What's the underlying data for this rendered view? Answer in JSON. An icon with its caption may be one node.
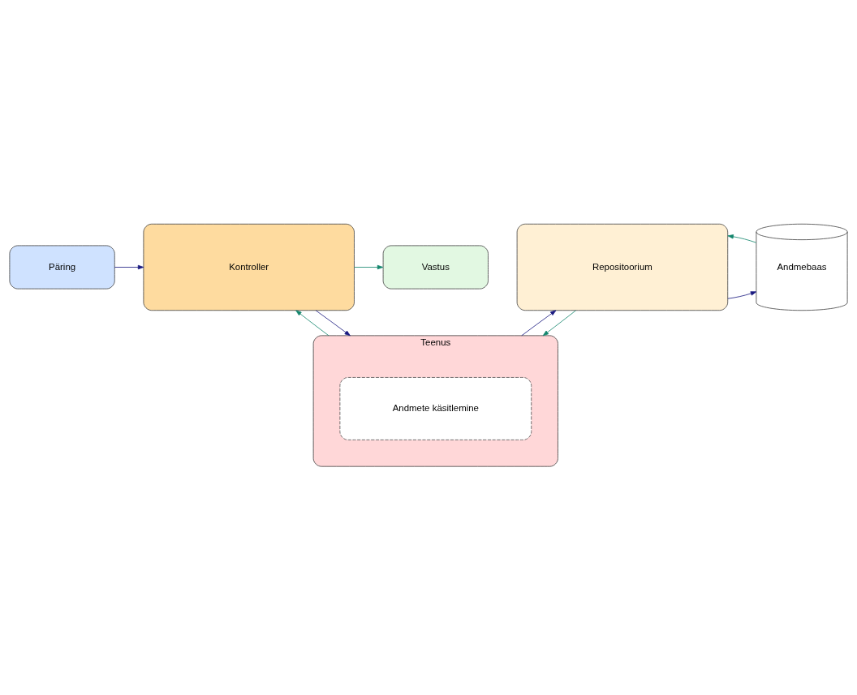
{
  "diagram": {
    "nodes": [
      {
        "text": [
          "Päring"
        ]
      },
      {
        "text": [
          "Vastus"
        ]
      },
      {
        "text": [
          "Kontroller"
        ]
      },
      {
        "text": [
          "Teenus"
        ]
      },
      {
        "text": [
          "Andmete käsitlemine"
        ],
        "in": 3
      },
      {
        "text": [
          "Repositoorium"
        ]
      },
      {
        "text": [
          "Andmebaas"
        ]
      }
    ],
    "edges": [
      {
        "from": 0,
        "to": 2,
        "arrow": "to",
        "color": "#1a1a80"
      },
      {
        "from": 2,
        "to": 1,
        "arrow": "to",
        "color": "#14866d"
      },
      {
        "from": 3,
        "to": 2,
        "arrow": "to",
        "color": "#14866d"
      },
      {
        "from": 2,
        "to": 3,
        "arrow": "to",
        "color": "#1a1a80"
      },
      {
        "from": 3,
        "to": 5,
        "arrow": "to",
        "color": "#1a1a80"
      },
      {
        "from": 5,
        "to": 3,
        "arrow": "to",
        "color": "#14866d"
      },
      {
        "from": 5,
        "to": 6,
        "arrow": "to",
        "color": "#1a1a80"
      },
      {
        "from": 6,
        "to": 5,
        "arrow": "to",
        "color": "#14866d"
      }
    ]
  }
}
